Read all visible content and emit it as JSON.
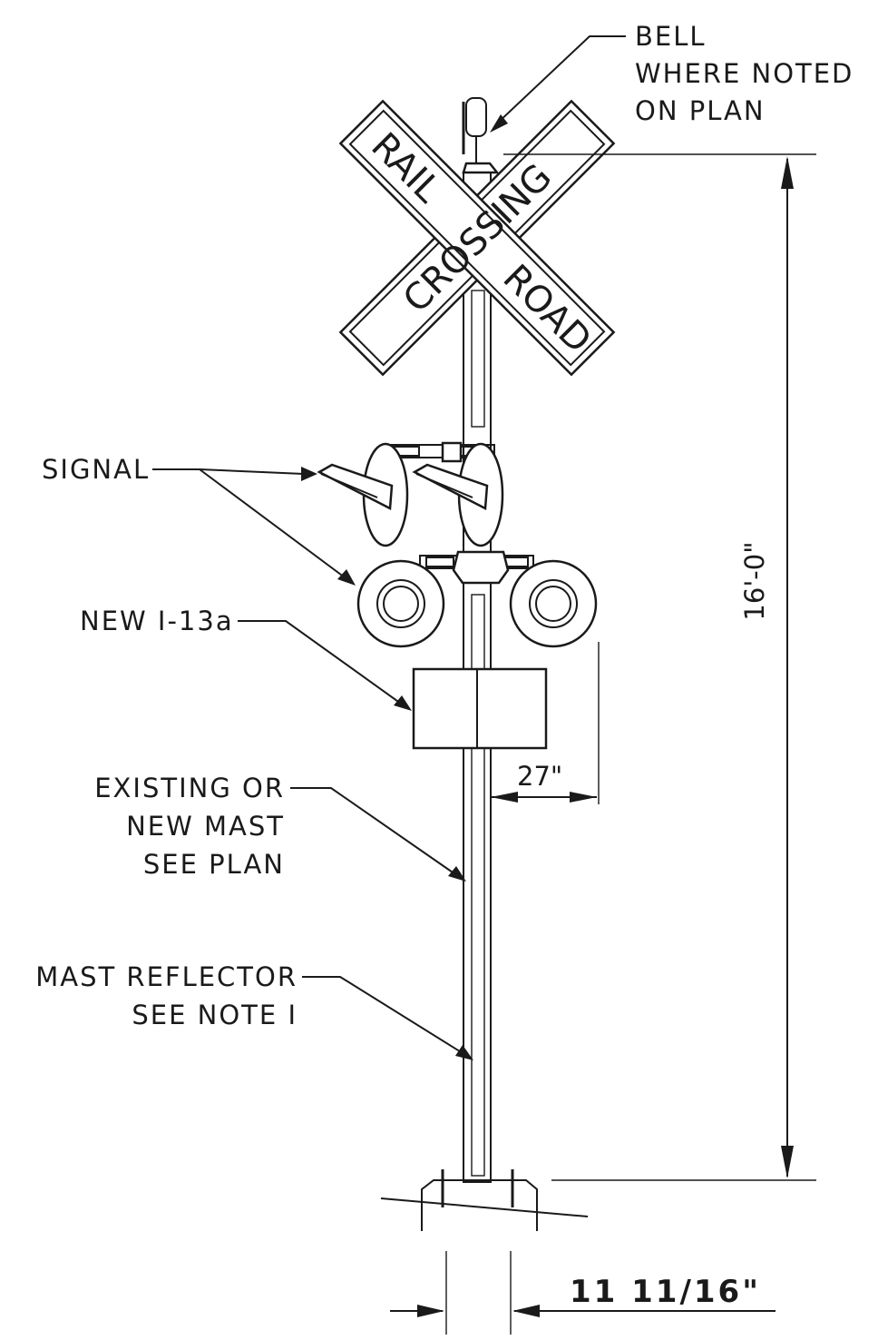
{
  "labels": {
    "bell": [
      "BELL",
      "WHERE NOTED",
      "ON PLAN"
    ],
    "signal": "SIGNAL",
    "new_sign": "NEW I-13a",
    "mast": [
      "EXISTING OR",
      "NEW MAST",
      "SEE PLAN"
    ],
    "reflector": [
      "MAST REFLECTOR",
      "SEE NOTE I"
    ]
  },
  "crossbuck": {
    "blade_a": "CROSSING",
    "blade_b_left": "RAIL",
    "blade_b_right": "ROAD"
  },
  "dimensions": {
    "height": "16'-0\"",
    "offset": "27\"",
    "base_width": "11 11/16\""
  }
}
